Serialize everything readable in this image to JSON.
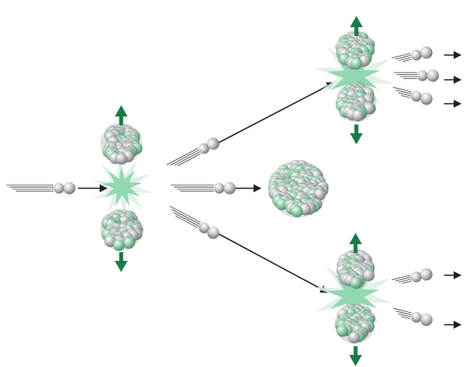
{
  "diagram": {
    "type": "nuclear-chain-reaction",
    "colors": {
      "proton": "#8fc9a9",
      "neutron": "#b9bcc0",
      "flash": "#8fd8b0",
      "flash_edge": "#dfeee6",
      "motion_arrow": "#1a7a45",
      "arrow": "#222222",
      "particle": "#c9cbcd"
    },
    "events": [
      {
        "id": "initial-fission",
        "fragments": 2,
        "neutrons_released": 3
      },
      {
        "id": "upper-fission",
        "fragments": 2,
        "neutrons_released": 3
      },
      {
        "id": "unreacted-nucleus",
        "fragments": 0,
        "neutrons_released": 0
      },
      {
        "id": "lower-fission",
        "fragments": 2,
        "neutrons_released": 2
      }
    ]
  }
}
